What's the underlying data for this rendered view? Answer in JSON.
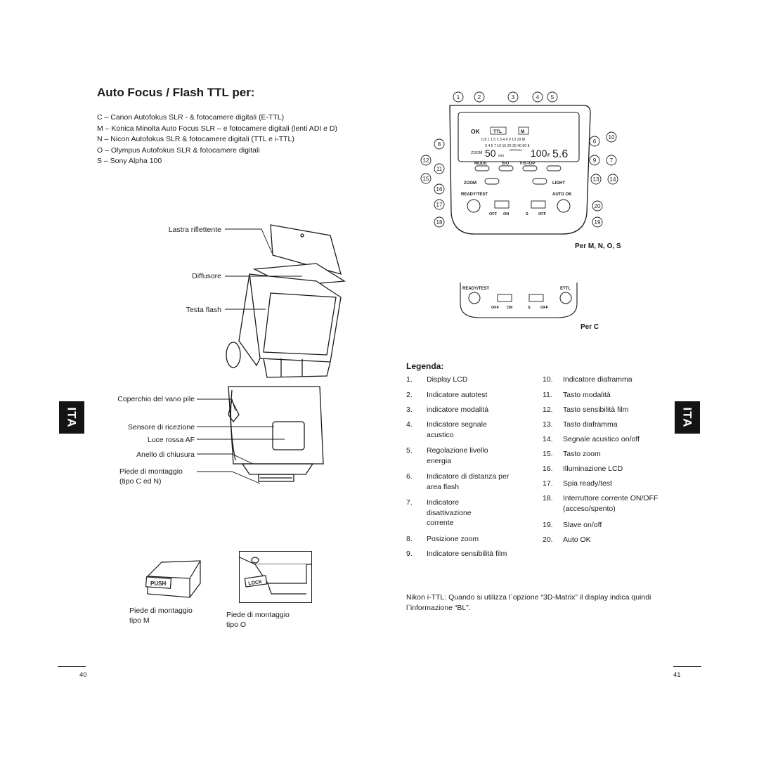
{
  "title": "Auto Focus / Flash TTL per:",
  "systems": [
    "C – Canon Autofokus SLR - & fotocamere digitali (E-TTL)",
    "M – Konica Minolta Auto Focus SLR – e fotocamere digitali (lenti ADI e D)",
    "N – Nicon Autofokus SLR & fotocamere digitali (TTL e i-TTL)",
    "O – Olympus Autofokus SLR & fotocamere digitali",
    "S – Sony Alpha 100"
  ],
  "flash_labels": {
    "reflector": "Lastra riflettente",
    "diffuser": "Diffusore",
    "head": "Testa flash",
    "battery_cover": "Coperchio del vano pile",
    "sensor": "Sensore di ricezione",
    "af_light": "Luce rossa AF",
    "ring": "Anello di chiusura",
    "foot_cn_1": "Piede di montaggio",
    "foot_cn_2": "(tipo C ed N)"
  },
  "feet": {
    "m_1": "Piede di montaggio",
    "m_2": "tipo M",
    "o_1": "Piede di montaggio",
    "o_2": "tipo O",
    "push": "PUSH",
    "lock": "LOCK"
  },
  "panel": {
    "callouts": [
      "1",
      "2",
      "3",
      "4",
      "5",
      "6",
      "7",
      "8",
      "9",
      "10",
      "11",
      "12",
      "13",
      "14",
      "15",
      "16",
      "17",
      "18",
      "19",
      "20"
    ],
    "ok": "OK",
    "ttl": "TTL",
    "m": "M",
    "scale_top": "0.8  1  1.5  2  3  4  6  9  13  18  M",
    "scale_bottom": "3  4  5  7  10  15  20  30  40  60  ft",
    "zoom_small": "ZOOM",
    "zoom_value": "50",
    "mm": "mm",
    "iso_asa": "ISO/ASA",
    "iso_value": "100",
    "f": "F",
    "f_value": "5.6",
    "mode": "MODE",
    "iso": "ISO",
    "fstop": "F/STOP",
    "zoom_btn": "ZOOM",
    "light": "LIGHT",
    "ready_test": "READY/TEST",
    "auto_ok": "AUTO OK",
    "off": "OFF",
    "on": "ON",
    "s": "S",
    "variant": "Per M, N, O, S"
  },
  "panel_c": {
    "ready_test": "READY/TEST",
    "ettl": "ETTL",
    "off": "OFF",
    "on": "ON",
    "s": "S",
    "variant": "Per C"
  },
  "legend_title": "Legenda:",
  "legend": [
    {
      "n": "1.",
      "t": "Display LCD"
    },
    {
      "n": "2.",
      "t": "Indicatore autotest"
    },
    {
      "n": "3.",
      "t": "indicatore modalità"
    },
    {
      "n": "4.",
      "t": "Indicatore segnale acustico"
    },
    {
      "n": "5.",
      "t": "Regolazione livello energia"
    },
    {
      "n": "6.",
      "t": "Indicatore di distanza per area flash"
    },
    {
      "n": "7.",
      "t": "Indicatore disattivazione corrente"
    },
    {
      "n": "8.",
      "t": "Posizione zoom"
    },
    {
      "n": "9.",
      "t": "Indicatore sensibilità film"
    },
    {
      "n": "10.",
      "t": "Indicatore diaframma"
    },
    {
      "n": "11.",
      "t": "Tasto modalità"
    },
    {
      "n": "12.",
      "t": "Tasto sensibilità film"
    },
    {
      "n": "13.",
      "t": "Tasto diaframma"
    },
    {
      "n": "14.",
      "t": "Segnale acustico on/off"
    },
    {
      "n": "15.",
      "t": "Tasto zoom"
    },
    {
      "n": "16.",
      "t": "Illuminazione LCD"
    },
    {
      "n": "17.",
      "t": "Spia ready/test"
    },
    {
      "n": "18.",
      "t": "Interruttore corrente ON/OFF (acceso/spento)"
    },
    {
      "n": "19.",
      "t": "Slave on/off"
    },
    {
      "n": "20.",
      "t": "Auto OK"
    }
  ],
  "note": "Nikon i-TTL: Quando si utilizza l`opzione “3D-Matrix” il display indica quindi l`informazione “BL”.",
  "lang_tab": "ITA",
  "page_left": "40",
  "page_right": "41"
}
